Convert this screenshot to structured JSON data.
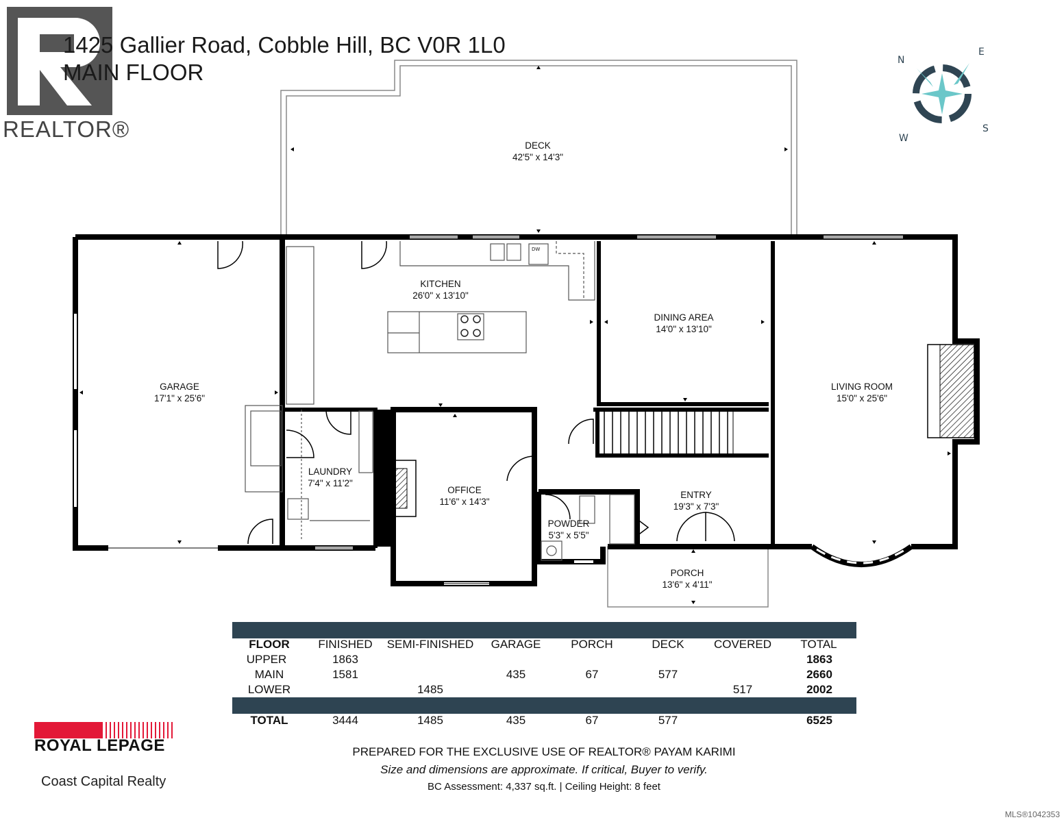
{
  "header": {
    "address": "1425 Gallier Road, Cobble Hill, BC V0R 1L0",
    "floor": "MAIN FLOOR"
  },
  "realtor_badge": {
    "mark": "R",
    "word": "REALTOR®"
  },
  "compass": {
    "n": "N",
    "e": "E",
    "s": "S",
    "w": "W",
    "colors": {
      "ring": "#2f4553",
      "accent": "#6bc7c9"
    }
  },
  "rooms": [
    {
      "id": "deck",
      "name": "DECK",
      "dims": "42'5\" x 14'3\""
    },
    {
      "id": "kitchen",
      "name": "KITCHEN",
      "dims": "26'0\" x 13'10\""
    },
    {
      "id": "dining",
      "name": "DINING AREA",
      "dims": "14'0\" x 13'10\""
    },
    {
      "id": "garage",
      "name": "GARAGE",
      "dims": "17'1\" x 25'6\""
    },
    {
      "id": "living",
      "name": "LIVING ROOM",
      "dims": "15'0\" x 25'6\""
    },
    {
      "id": "laundry",
      "name": "LAUNDRY",
      "dims": "7'4\" x 11'2\""
    },
    {
      "id": "office",
      "name": "OFFICE",
      "dims": "11'6\" x 14'3\""
    },
    {
      "id": "entry",
      "name": "ENTRY",
      "dims": "19'3\" x 7'3\""
    },
    {
      "id": "powder",
      "name": "POWDER",
      "dims": "5'3\" x 5'5\""
    },
    {
      "id": "porch",
      "name": "PORCH",
      "dims": "13'6\" x 4'11\""
    }
  ],
  "appliance_labels": {
    "dishwasher": "DW"
  },
  "area_table": {
    "headers": [
      "FLOOR",
      "FINISHED",
      "SEMI-FINISHED",
      "GARAGE",
      "PORCH",
      "DECK",
      "COVERED",
      "TOTAL"
    ],
    "rows": [
      [
        "UPPER",
        "1863",
        "",
        "",
        "",
        "",
        "",
        "1863"
      ],
      [
        "MAIN",
        "1581",
        "",
        "435",
        "67",
        "577",
        "",
        "2660"
      ],
      [
        "LOWER",
        "",
        "1485",
        "",
        "",
        "",
        "517",
        "2002"
      ]
    ],
    "total_row": [
      "TOTAL",
      "3444",
      "1485",
      "435",
      "67",
      "577",
      "",
      "6525"
    ],
    "bar_color": "#2e4452"
  },
  "footer": {
    "prepared": "PREPARED FOR THE EXCLUSIVE USE OF REALTOR® PAYAM KARIMI",
    "disclaimer": "Size and dimensions are approximate. If critical, Buyer to verify.",
    "assessment": "BC Assessment: 4,337 sq.ft. | Ceiling Height: 8 feet"
  },
  "brokerage": {
    "name": "ROYAL LEPAGE",
    "tagline": "Coast Capital Realty",
    "bar_color": "#e31837"
  },
  "mls": "MLS®1042353"
}
